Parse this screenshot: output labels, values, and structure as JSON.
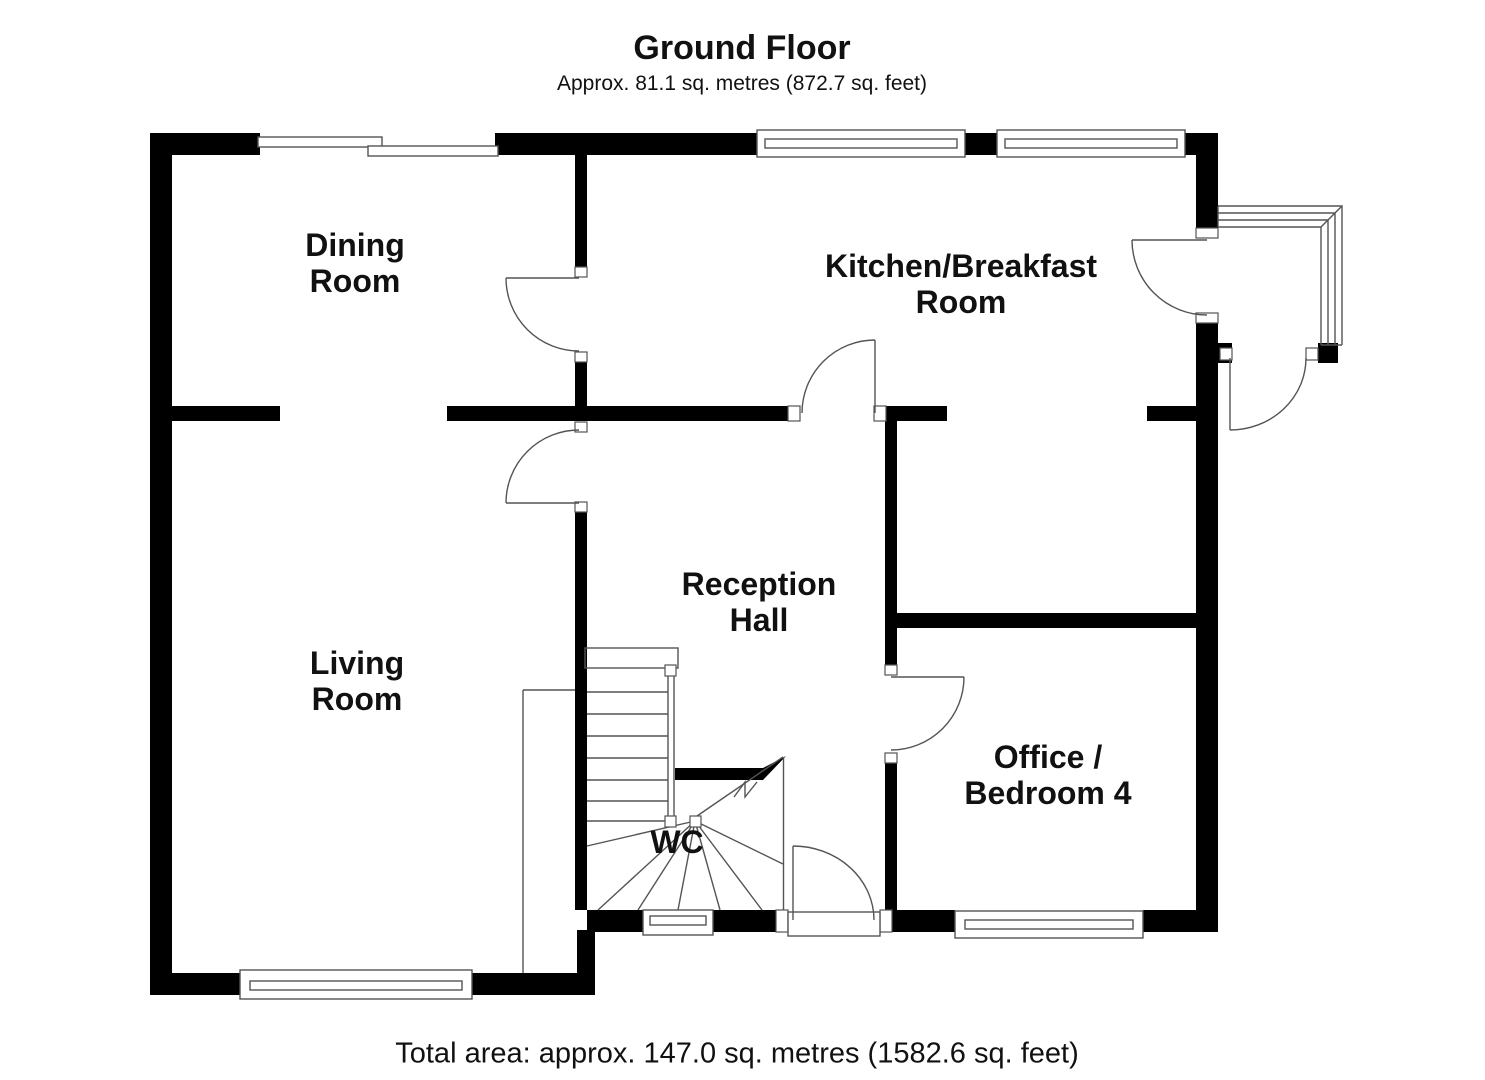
{
  "header": {
    "title": "Ground Floor",
    "subtitle": "Approx. 81.1 sq. metres (872.7 sq. feet)"
  },
  "rooms": {
    "dining": "Dining\nRoom",
    "kitchen": "Kitchen/Breakfast\nRoom",
    "living": "Living\nRoom",
    "reception": "Reception\nHall",
    "office": "Office /\nBedroom 4",
    "wc": "WC"
  },
  "footer": {
    "total_area": "Total area: approx. 147.0 sq. metres (1582.6 sq. feet)"
  },
  "colors": {
    "walls": "#000000",
    "lines": "#545454",
    "background": "#ffffff"
  }
}
